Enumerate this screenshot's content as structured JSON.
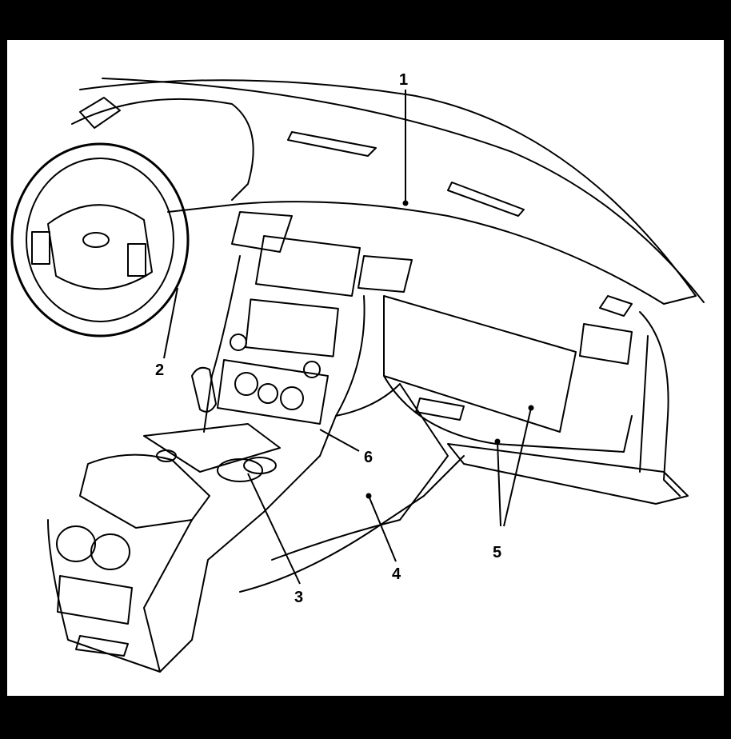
{
  "callouts": [
    {
      "id": "1",
      "label": "1"
    },
    {
      "id": "2",
      "label": "2"
    },
    {
      "id": "3",
      "label": "3"
    },
    {
      "id": "4",
      "label": "4"
    },
    {
      "id": "5",
      "label": "5"
    },
    {
      "id": "6",
      "label": "6"
    }
  ],
  "colors": {
    "frame": "#000000",
    "background": "#ffffff",
    "line": "#000000"
  }
}
